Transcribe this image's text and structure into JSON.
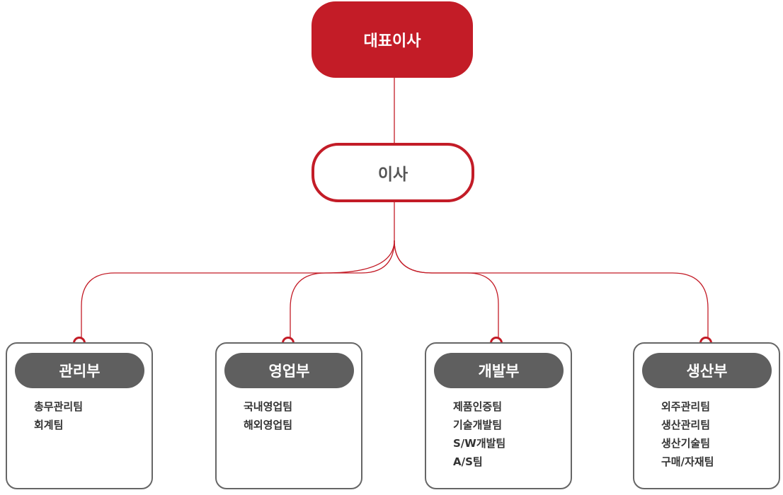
{
  "ceo": "대표이사",
  "director": "이사",
  "departments": [
    {
      "name": "관리부",
      "teams": [
        "총무관리팀",
        "회계팀"
      ]
    },
    {
      "name": "영업부",
      "teams": [
        "국내영업팀",
        "해외영업팀"
      ]
    },
    {
      "name": "개발부",
      "teams": [
        "제품인증팀",
        "기술개발팀",
        "S/W개발팀",
        "A/S팀"
      ]
    },
    {
      "name": "생산부",
      "teams": [
        "외주관리팀",
        "생산관리팀",
        "생산기술팀",
        "구매/자재팀"
      ]
    }
  ],
  "colors": {
    "accent": "#c31c27",
    "department": "#5f5f5f",
    "border": "#666666",
    "text": "#333333"
  }
}
